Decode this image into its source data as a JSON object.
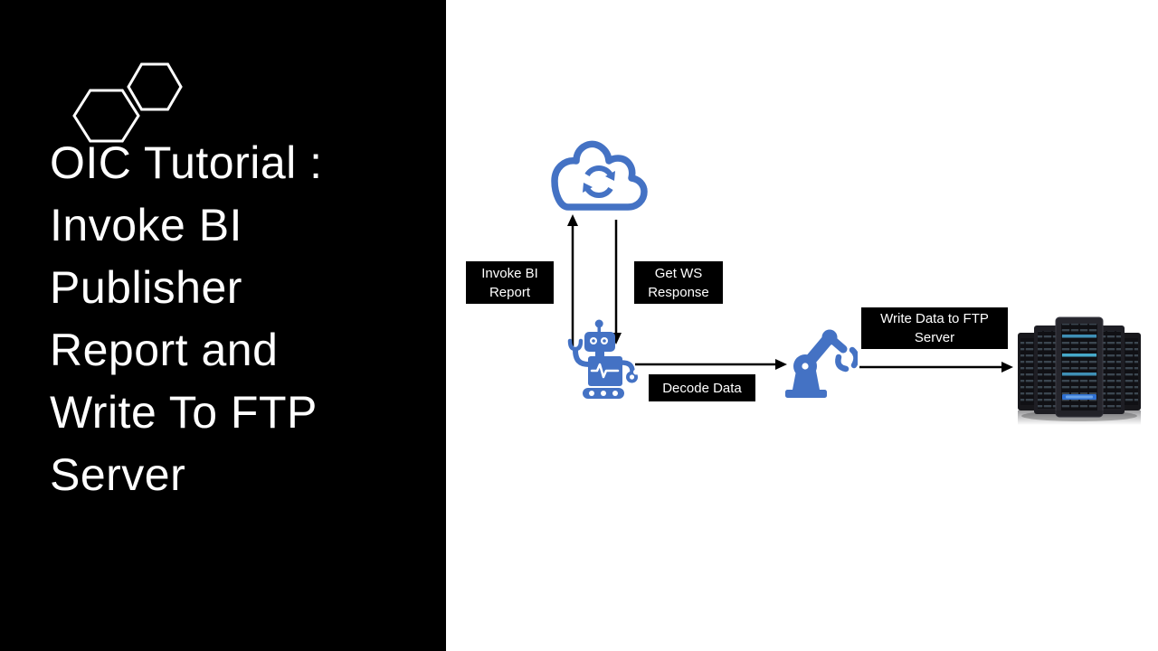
{
  "slide": {
    "title": "OIC Tutorial :\nInvoke BI\nPublisher\nReport and\nWrite To FTP\nServer"
  },
  "diagram": {
    "labels": {
      "invoke_bi_report": "Invoke BI\nReport",
      "get_ws_response": "Get WS\nResponse",
      "decode_data": "Decode Data",
      "write_data_to_ftp_server": "Write Data to FTP\nServer"
    },
    "icons": {
      "cloud": "cloud-sync-icon",
      "robot": "robot-icon",
      "robotic_arm": "robotic-arm-icon",
      "server": "server-rack-image",
      "logo": "hexagons-logo"
    },
    "flow_steps": [
      {
        "from": "robot",
        "to": "cloud",
        "label": "Invoke BI Report"
      },
      {
        "from": "cloud",
        "to": "robot",
        "label": "Get WS Response"
      },
      {
        "from": "robot",
        "to": "robotic-arm",
        "label": "Decode Data"
      },
      {
        "from": "robotic-arm",
        "to": "ftp-server",
        "label": "Write Data to FTP Server"
      }
    ],
    "colors": {
      "icon_blue": "#4472C4",
      "label_background": "#000000",
      "label_text": "#FFFFFF",
      "arrow": "#000000",
      "panel_background": "#000000",
      "canvas_background": "#FFFFFF"
    }
  }
}
